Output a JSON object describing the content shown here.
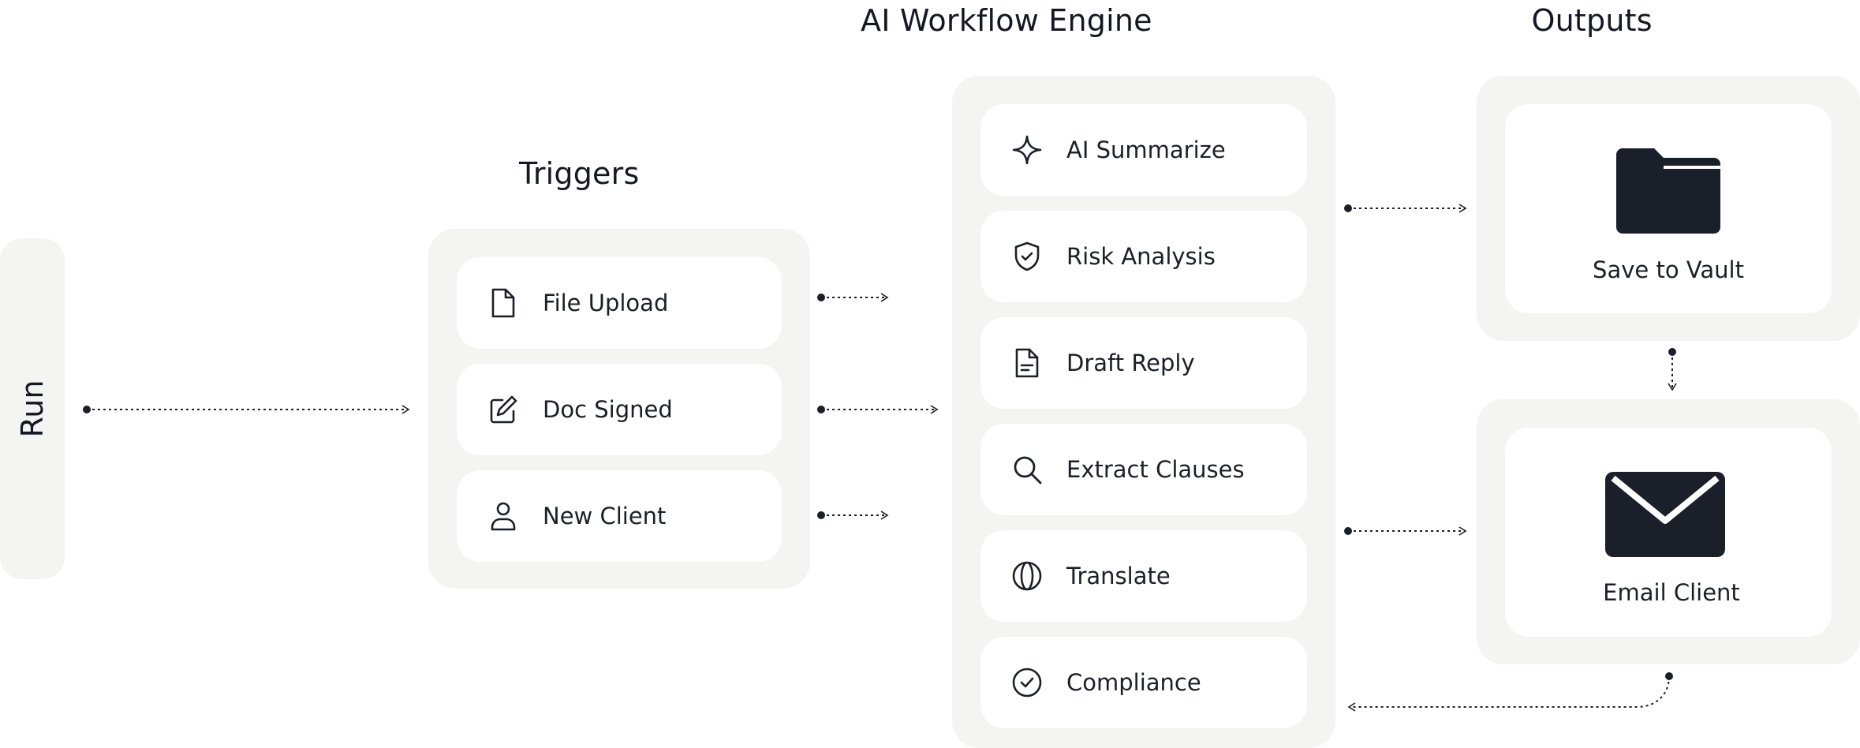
{
  "run": {
    "label": "Run"
  },
  "triggers": {
    "title": "Triggers",
    "items": [
      {
        "label": "File Upload",
        "icon": "file-icon"
      },
      {
        "label": "Doc Signed",
        "icon": "pen-icon"
      },
      {
        "label": "New Client",
        "icon": "user-icon"
      }
    ]
  },
  "engine": {
    "title": "AI Workflow Engine",
    "items": [
      {
        "label": "AI Summarize",
        "icon": "sparkle-icon"
      },
      {
        "label": "Risk Analysis",
        "icon": "shield-check-icon"
      },
      {
        "label": "Draft Reply",
        "icon": "document-icon"
      },
      {
        "label": "Extract Clauses",
        "icon": "search-icon"
      },
      {
        "label": "Translate",
        "icon": "globe-icon"
      },
      {
        "label": "Compliance",
        "icon": "check-circle-icon"
      }
    ]
  },
  "outputs": {
    "title": "Outputs",
    "items": [
      {
        "label": "Save to Vault",
        "icon": "folder-icon"
      },
      {
        "label": "Email Client",
        "icon": "envelope-icon"
      }
    ]
  },
  "colors": {
    "panel": "#f4f4f3",
    "card": "#ffffff",
    "ink": "#1b1f2a"
  }
}
